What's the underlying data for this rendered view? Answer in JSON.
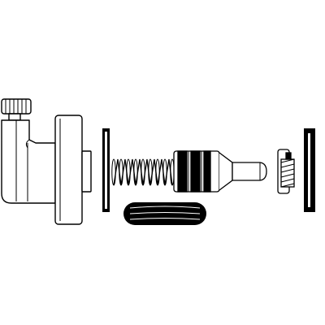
{
  "diagram": {
    "type": "exploded-parts",
    "background_color": "#ffffff",
    "line_color": "#000000",
    "fill_color": "#ffffff",
    "dark_fill_color": "#000000",
    "parts": [
      {
        "name": "valve-body-housing"
      },
      {
        "name": "thin-gasket"
      },
      {
        "name": "compression-spring"
      },
      {
        "name": "rubber-o-ring"
      },
      {
        "name": "piston-plunger"
      },
      {
        "name": "threaded-retainer"
      },
      {
        "name": "thick-seal-ring"
      }
    ]
  }
}
